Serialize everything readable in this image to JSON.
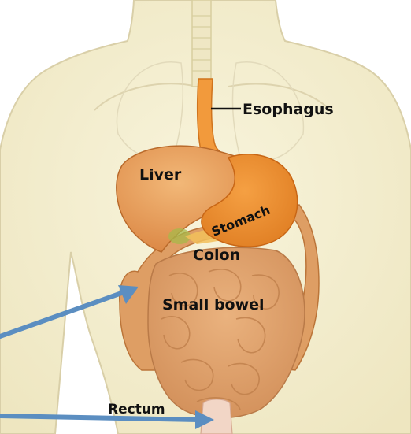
{
  "labels": {
    "esophagus": "Esophagus",
    "liver": "Liver",
    "stomach": "Stomach",
    "colon": "Colon",
    "small_bowel": "Small bowel",
    "rectum": "Rectum"
  },
  "colors": {
    "skin": "#f4efcf",
    "skin_outline": "#d9cfa8",
    "organ": "#e8a055",
    "organ_dark": "#c96f2c",
    "esophagus": "#f29a3c",
    "bowel": "#d99a66",
    "arrow": "#5b8ec1"
  }
}
